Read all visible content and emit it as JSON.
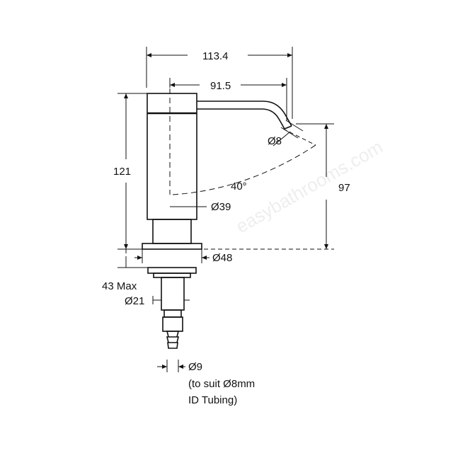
{
  "watermark": "easybathrooms.com",
  "dimensions": {
    "overall_width": "113.4",
    "spout_reach": "91.5",
    "outlet_diameter": "Ø8",
    "spout_angle": "40°",
    "body_height": "121",
    "outlet_height": "97",
    "body_diameter": "Ø39",
    "flange_diameter": "Ø48",
    "max_deck_thickness": "43 Max",
    "shank_diameter": "Ø21",
    "hose_connector_diameter": "Ø9"
  },
  "notes": {
    "tubing_line1": "(to suit Ø8mm",
    "tubing_line2": "ID Tubing)"
  }
}
